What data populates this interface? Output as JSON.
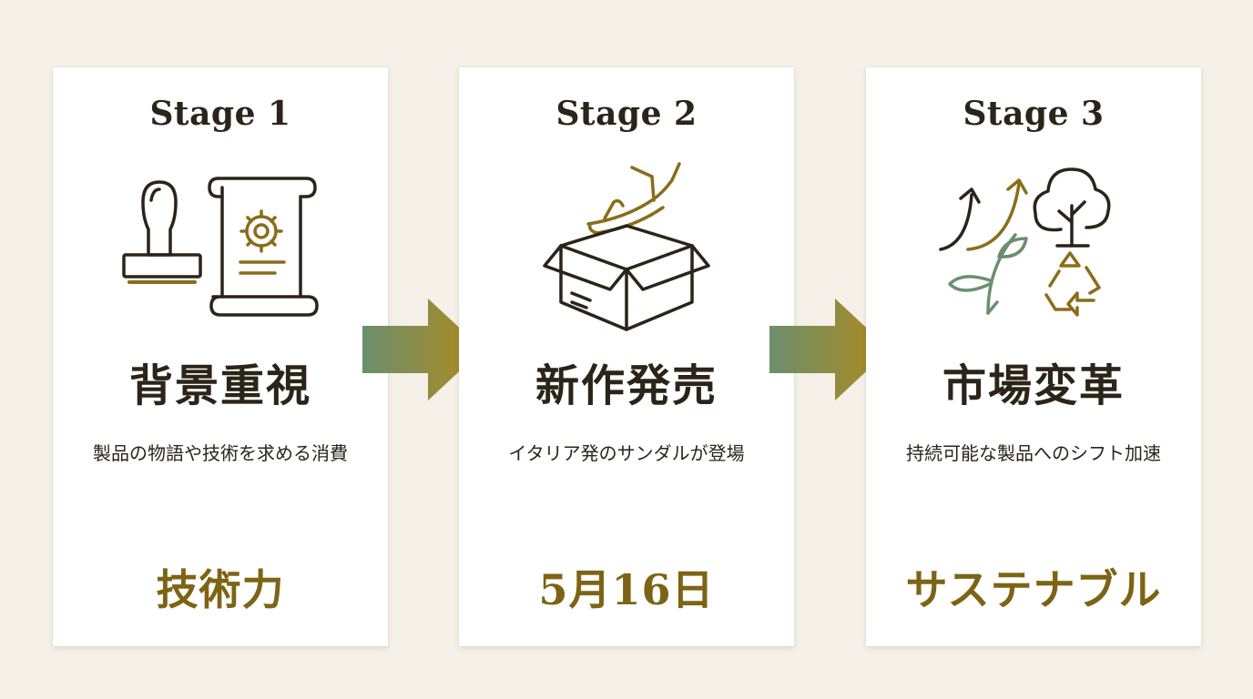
{
  "colors": {
    "background": "#f5f1e8",
    "card": "#ffffff",
    "text_dark": "#2b2418",
    "accent_gold": "#8a6d1a",
    "accent_green": "#6b8f6e"
  },
  "stages": [
    {
      "label": "Stage 1",
      "icon": "stamp-and-scroll-icon",
      "headline": "背景重視",
      "description": "製品の物語や技術を求める消費",
      "keyword": "技術力"
    },
    {
      "label": "Stage 2",
      "icon": "open-box-sandal-icon",
      "headline": "新作発売",
      "description": "イタリア発のサンダルが登場",
      "keyword": "5月16日"
    },
    {
      "label": "Stage 3",
      "icon": "growth-tree-recycle-icon",
      "headline": "市場変革",
      "description": "持続可能な製品へのシフト加速",
      "keyword": "サステナブル"
    }
  ],
  "connectors": [
    "gradient-arrow-right-icon",
    "gradient-arrow-right-icon"
  ]
}
